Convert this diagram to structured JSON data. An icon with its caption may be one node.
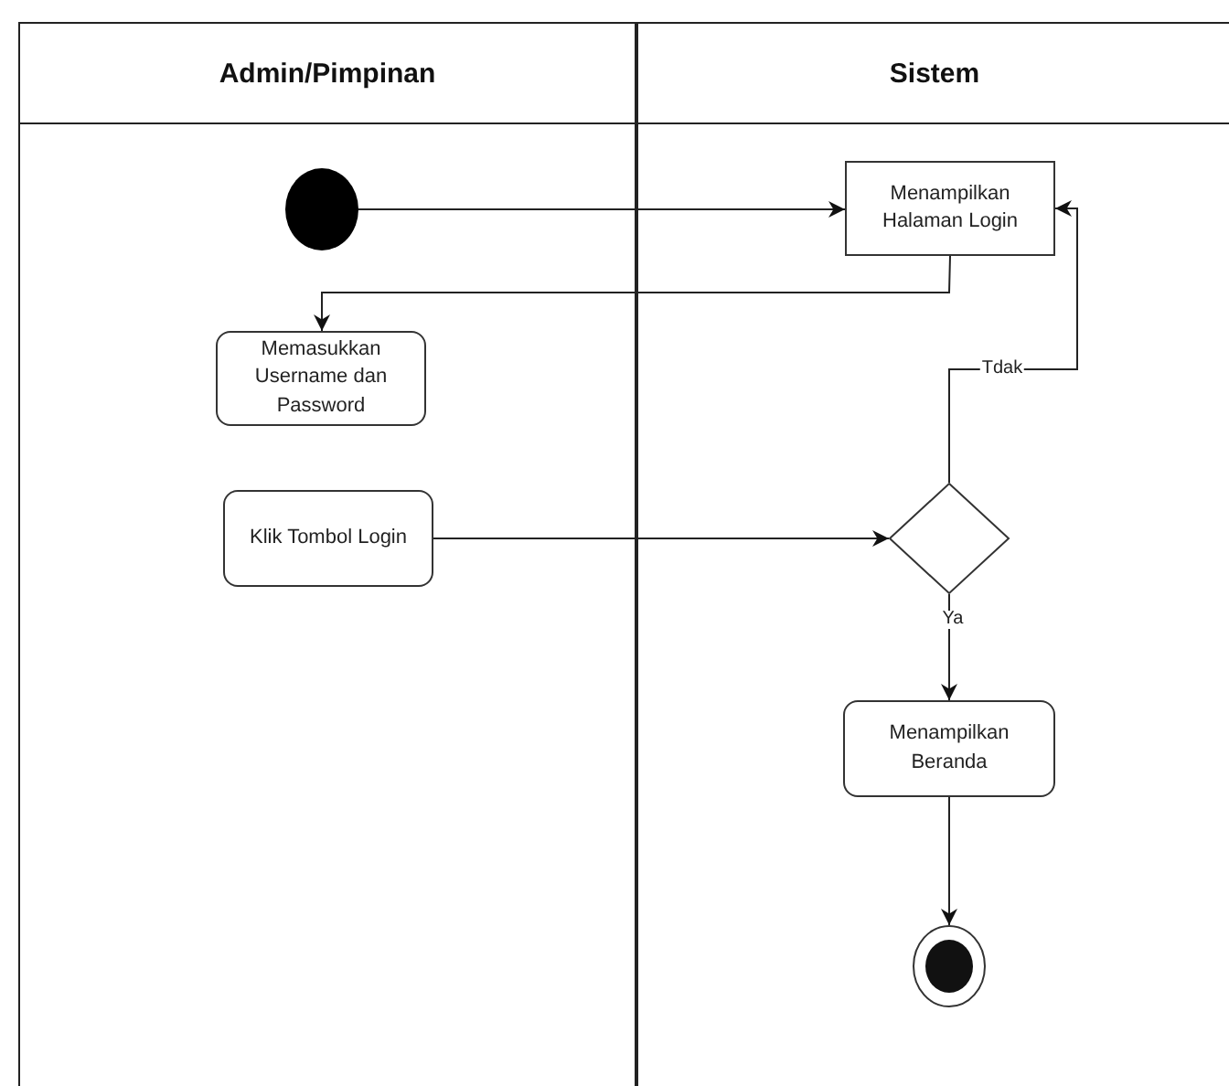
{
  "diagram": {
    "nodes": [
      {
        "text": [
          "Admin/Pimpinan"
        ]
      },
      {
        "text": [
          "Sistem"
        ]
      },
      {
        "text": [],
        "shape": "circle",
        "in": 0
      },
      {
        "text": [
          "Menampilkan Halaman Login"
        ],
        "in": 1
      },
      {
        "text": [
          "Memasukkan Username dan Password"
        ],
        "in": 0
      },
      {
        "text": [
          "Klik Tombol Login"
        ],
        "in": 0
      },
      {
        "text": [],
        "shape": "diamond",
        "in": 1
      },
      {
        "text": [
          "Menampilkan Beranda"
        ],
        "in": 1
      },
      {
        "text": [],
        "shape": "circle",
        "in": 1
      }
    ],
    "edges": [
      {
        "from": 2,
        "to": 3,
        "arrow": "to"
      },
      {
        "from": 3,
        "to": 4,
        "arrow": "to"
      },
      {
        "from": 5,
        "to": 6,
        "arrow": "to"
      },
      {
        "from": 6,
        "to": 3,
        "arrow": "to",
        "label": "Tdak"
      },
      {
        "from": 6,
        "to": 7,
        "arrow": "to",
        "label": "Ya"
      },
      {
        "from": 7,
        "to": 8,
        "arrow": "to"
      }
    ]
  }
}
